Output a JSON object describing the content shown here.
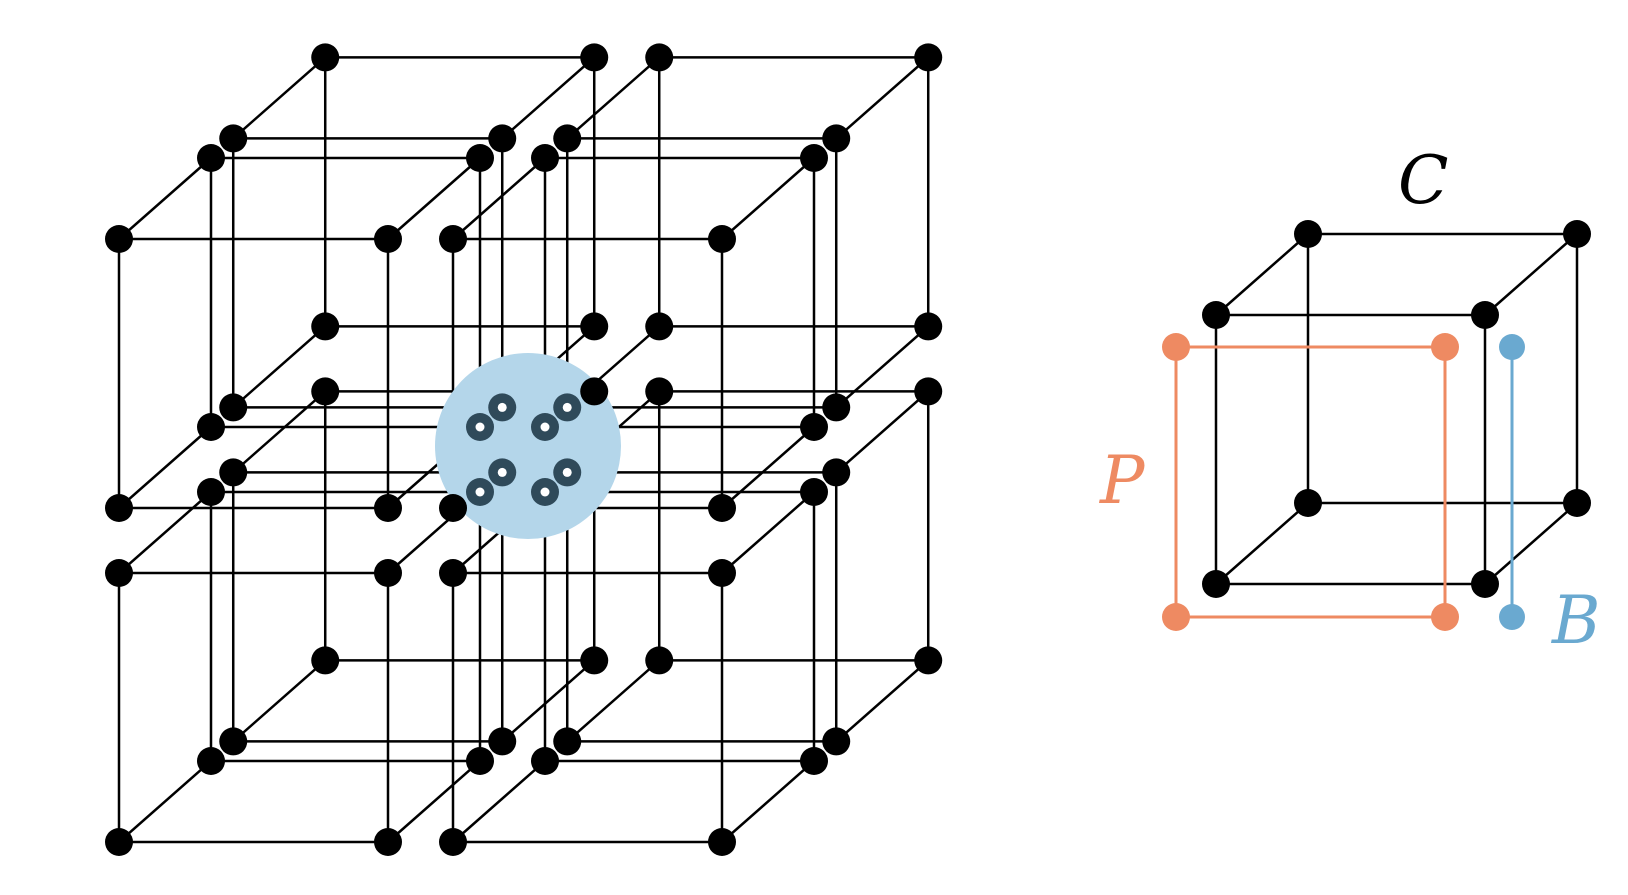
{
  "labels": {
    "cube": "C",
    "plaquette": "P",
    "bond": "B"
  },
  "colors": {
    "lattice": "#000000",
    "plaquette": "#ee8a62",
    "bond": "#6aa9d0",
    "highlight_fill": "#b4d6ea",
    "highlight_nodes": "#2f4a5a",
    "background": "#ffffff"
  }
}
